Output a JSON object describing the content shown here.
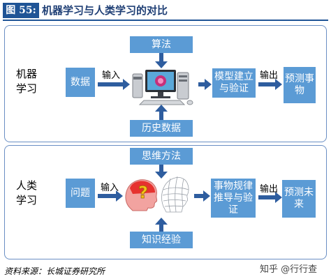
{
  "header": {
    "tag": "图 55:",
    "title": "机器学习与人类学习的对比"
  },
  "machine": {
    "side_label": [
      "机器",
      "学习"
    ],
    "algorithm": "算法",
    "input_data": "数据",
    "input_label": "输入",
    "model": "模型建立与验证",
    "output_label": "输出",
    "predict": "预测事物",
    "history": "历史数据"
  },
  "human": {
    "side_label": [
      "人类",
      "学习"
    ],
    "thinking": "思维方法",
    "problem": "问题",
    "input_label": "输入",
    "rules": "事物规律推导与验证",
    "output_label": "输出",
    "predict": "预测未来",
    "experience": "知识经验"
  },
  "footer": {
    "source": "资料来源：长城证券研究所",
    "watermark": "知乎 @行行查"
  },
  "colors": {
    "box": "#5b9bd5",
    "arrow": "#2e5d9f",
    "title_bar": "#1f5496"
  }
}
